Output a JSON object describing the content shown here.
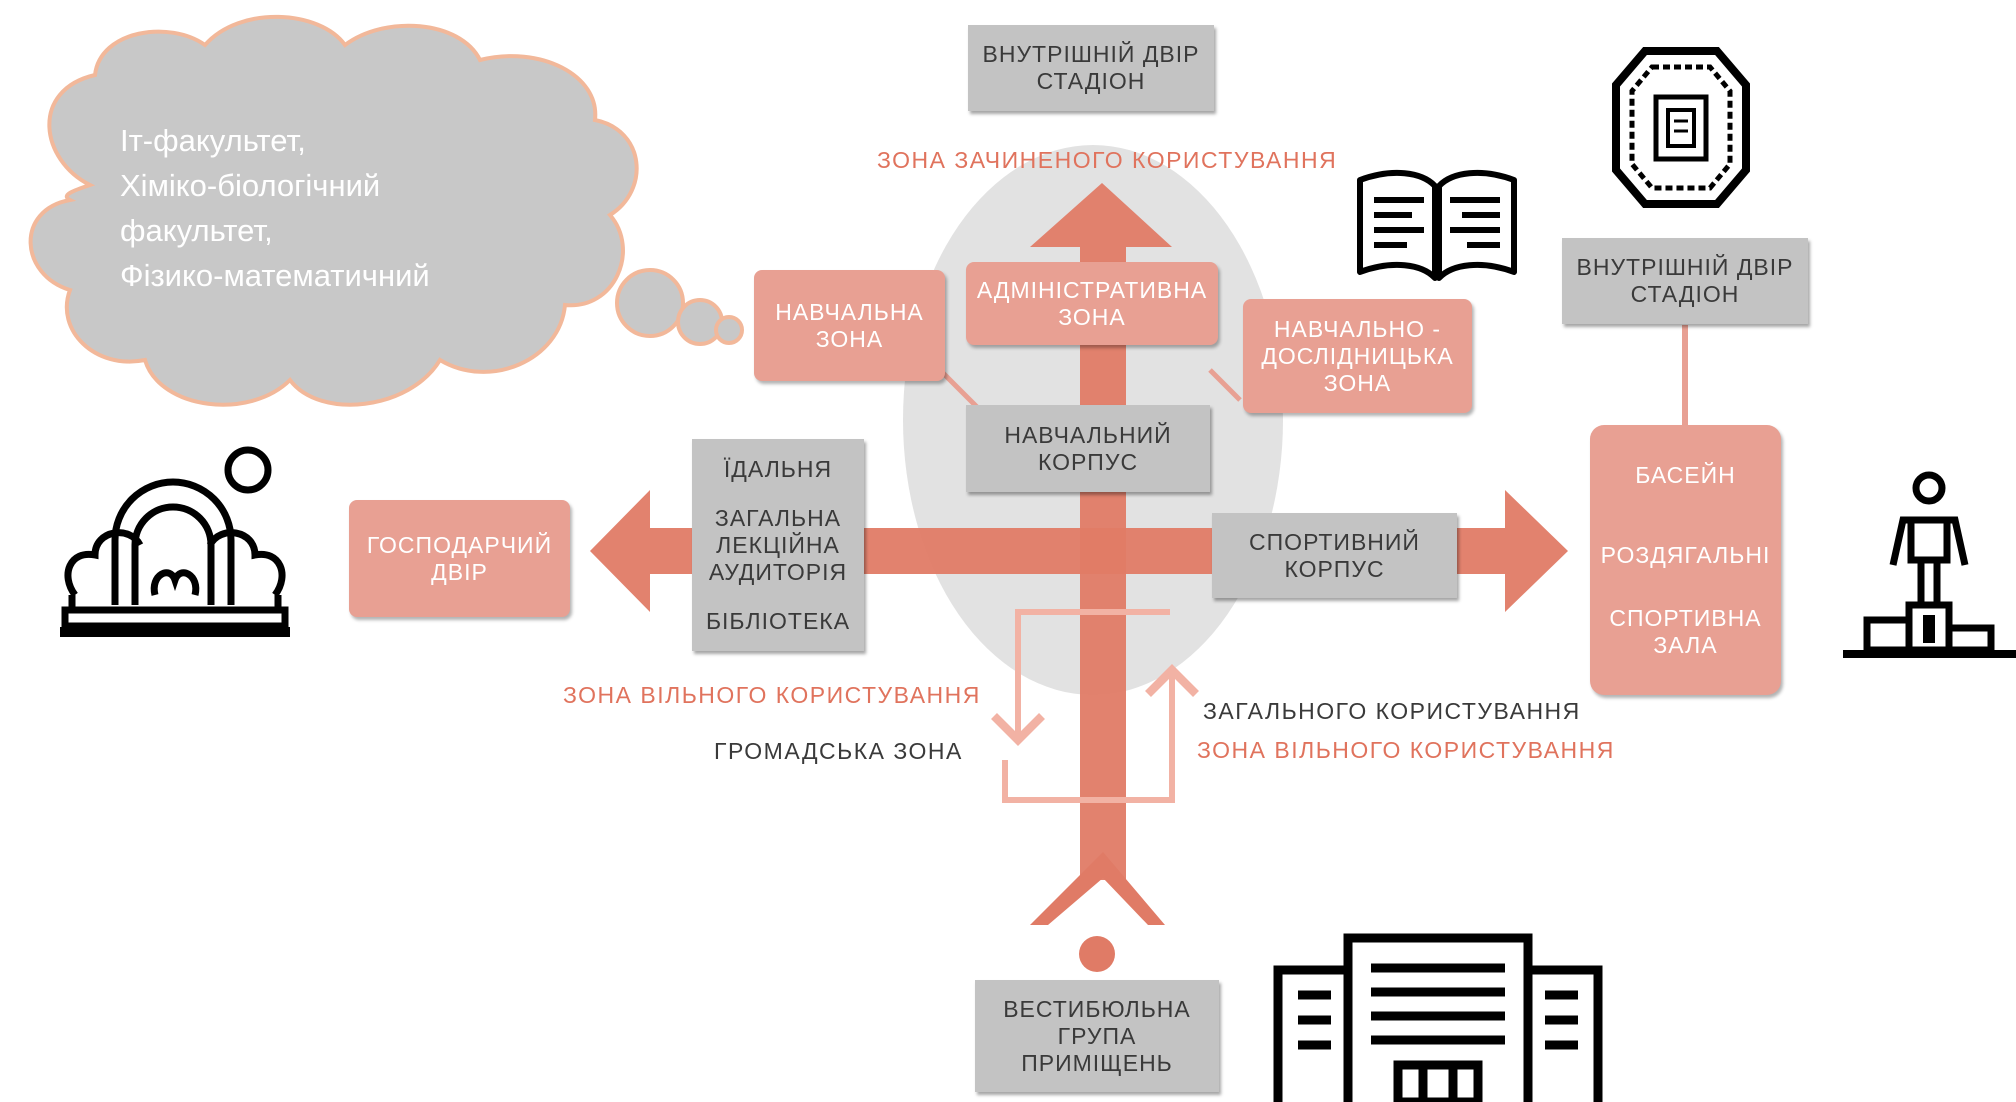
{
  "colors": {
    "arrow": "#e07b66",
    "pink_box": "#e8a093",
    "gray_box": "#c3c3c3",
    "label_orange": "#e0735d",
    "label_dark": "#3a3a3a",
    "cloud_fill": "#c8c8c8",
    "cloud_stroke": "#f2b89a"
  },
  "cloud": {
    "lines": [
      "Іт-факультет,",
      "Хіміко-біологічний",
      "факультет,",
      "Фізико-математичний"
    ]
  },
  "boxes": {
    "top_courtyard": [
      "Внутрішній двір",
      "стадіон"
    ],
    "right_courtyard": [
      "Внутрішній двір",
      "стадіон"
    ],
    "admin_zone": [
      "Адміністративна",
      "зона"
    ],
    "study_zone": [
      "Навчальна",
      "зона"
    ],
    "research_zone": [
      "Навчально -",
      "дослідницька",
      "зона"
    ],
    "main_building": [
      "Навчальний",
      "корпус"
    ],
    "public_block": [
      "Їдальня",
      "Загальна",
      "лекційна",
      "аудиторія",
      "Бібліотека"
    ],
    "household_yard": [
      "Господарчий",
      "двір"
    ],
    "sports_building": [
      "Спортивний",
      "корпус"
    ],
    "sports_block": [
      "Басейн",
      "Роздягальні",
      "Спортивна",
      "зала"
    ],
    "vestibule": [
      "Вестибюльна",
      "група",
      "приміщень"
    ]
  },
  "labels": {
    "closed_zone": "Зона зачиненого користування",
    "free_zone_left": "Зона вільного користування",
    "public_zone": "Громадська зона",
    "general_use": "Загального користування",
    "free_zone_right": "Зона вільного користування"
  },
  "icons": {
    "book": "open-book-icon",
    "stadium": "stadium-icon",
    "garden": "garden-arch-icon",
    "athlete": "athlete-podium-icon",
    "building": "office-building-icon"
  }
}
